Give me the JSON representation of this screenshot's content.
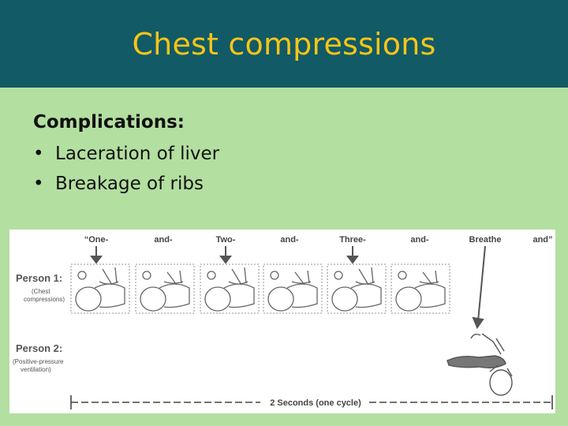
{
  "slide": {
    "title": "Chest compressions",
    "complications_heading": "Complications:",
    "bullets": [
      "Laceration of liver",
      "Breakage of ribs"
    ]
  },
  "figure": {
    "beat_labels": [
      "“One-",
      "and-",
      "Two-",
      "and-",
      "Three-",
      "and-",
      "Breathe",
      "and”"
    ],
    "person1_title": "Person 1:",
    "person1_role": [
      "(Chest",
      "compressions)"
    ],
    "person2_title": "Person 2:",
    "person2_role": [
      "(Positive-pressure",
      "ventilation)"
    ],
    "timeline_label": "2 Seconds (one cycle)"
  },
  "colors": {
    "title_bar": "#125a65",
    "title_text": "#f5c518",
    "background": "#b3dfa0"
  }
}
